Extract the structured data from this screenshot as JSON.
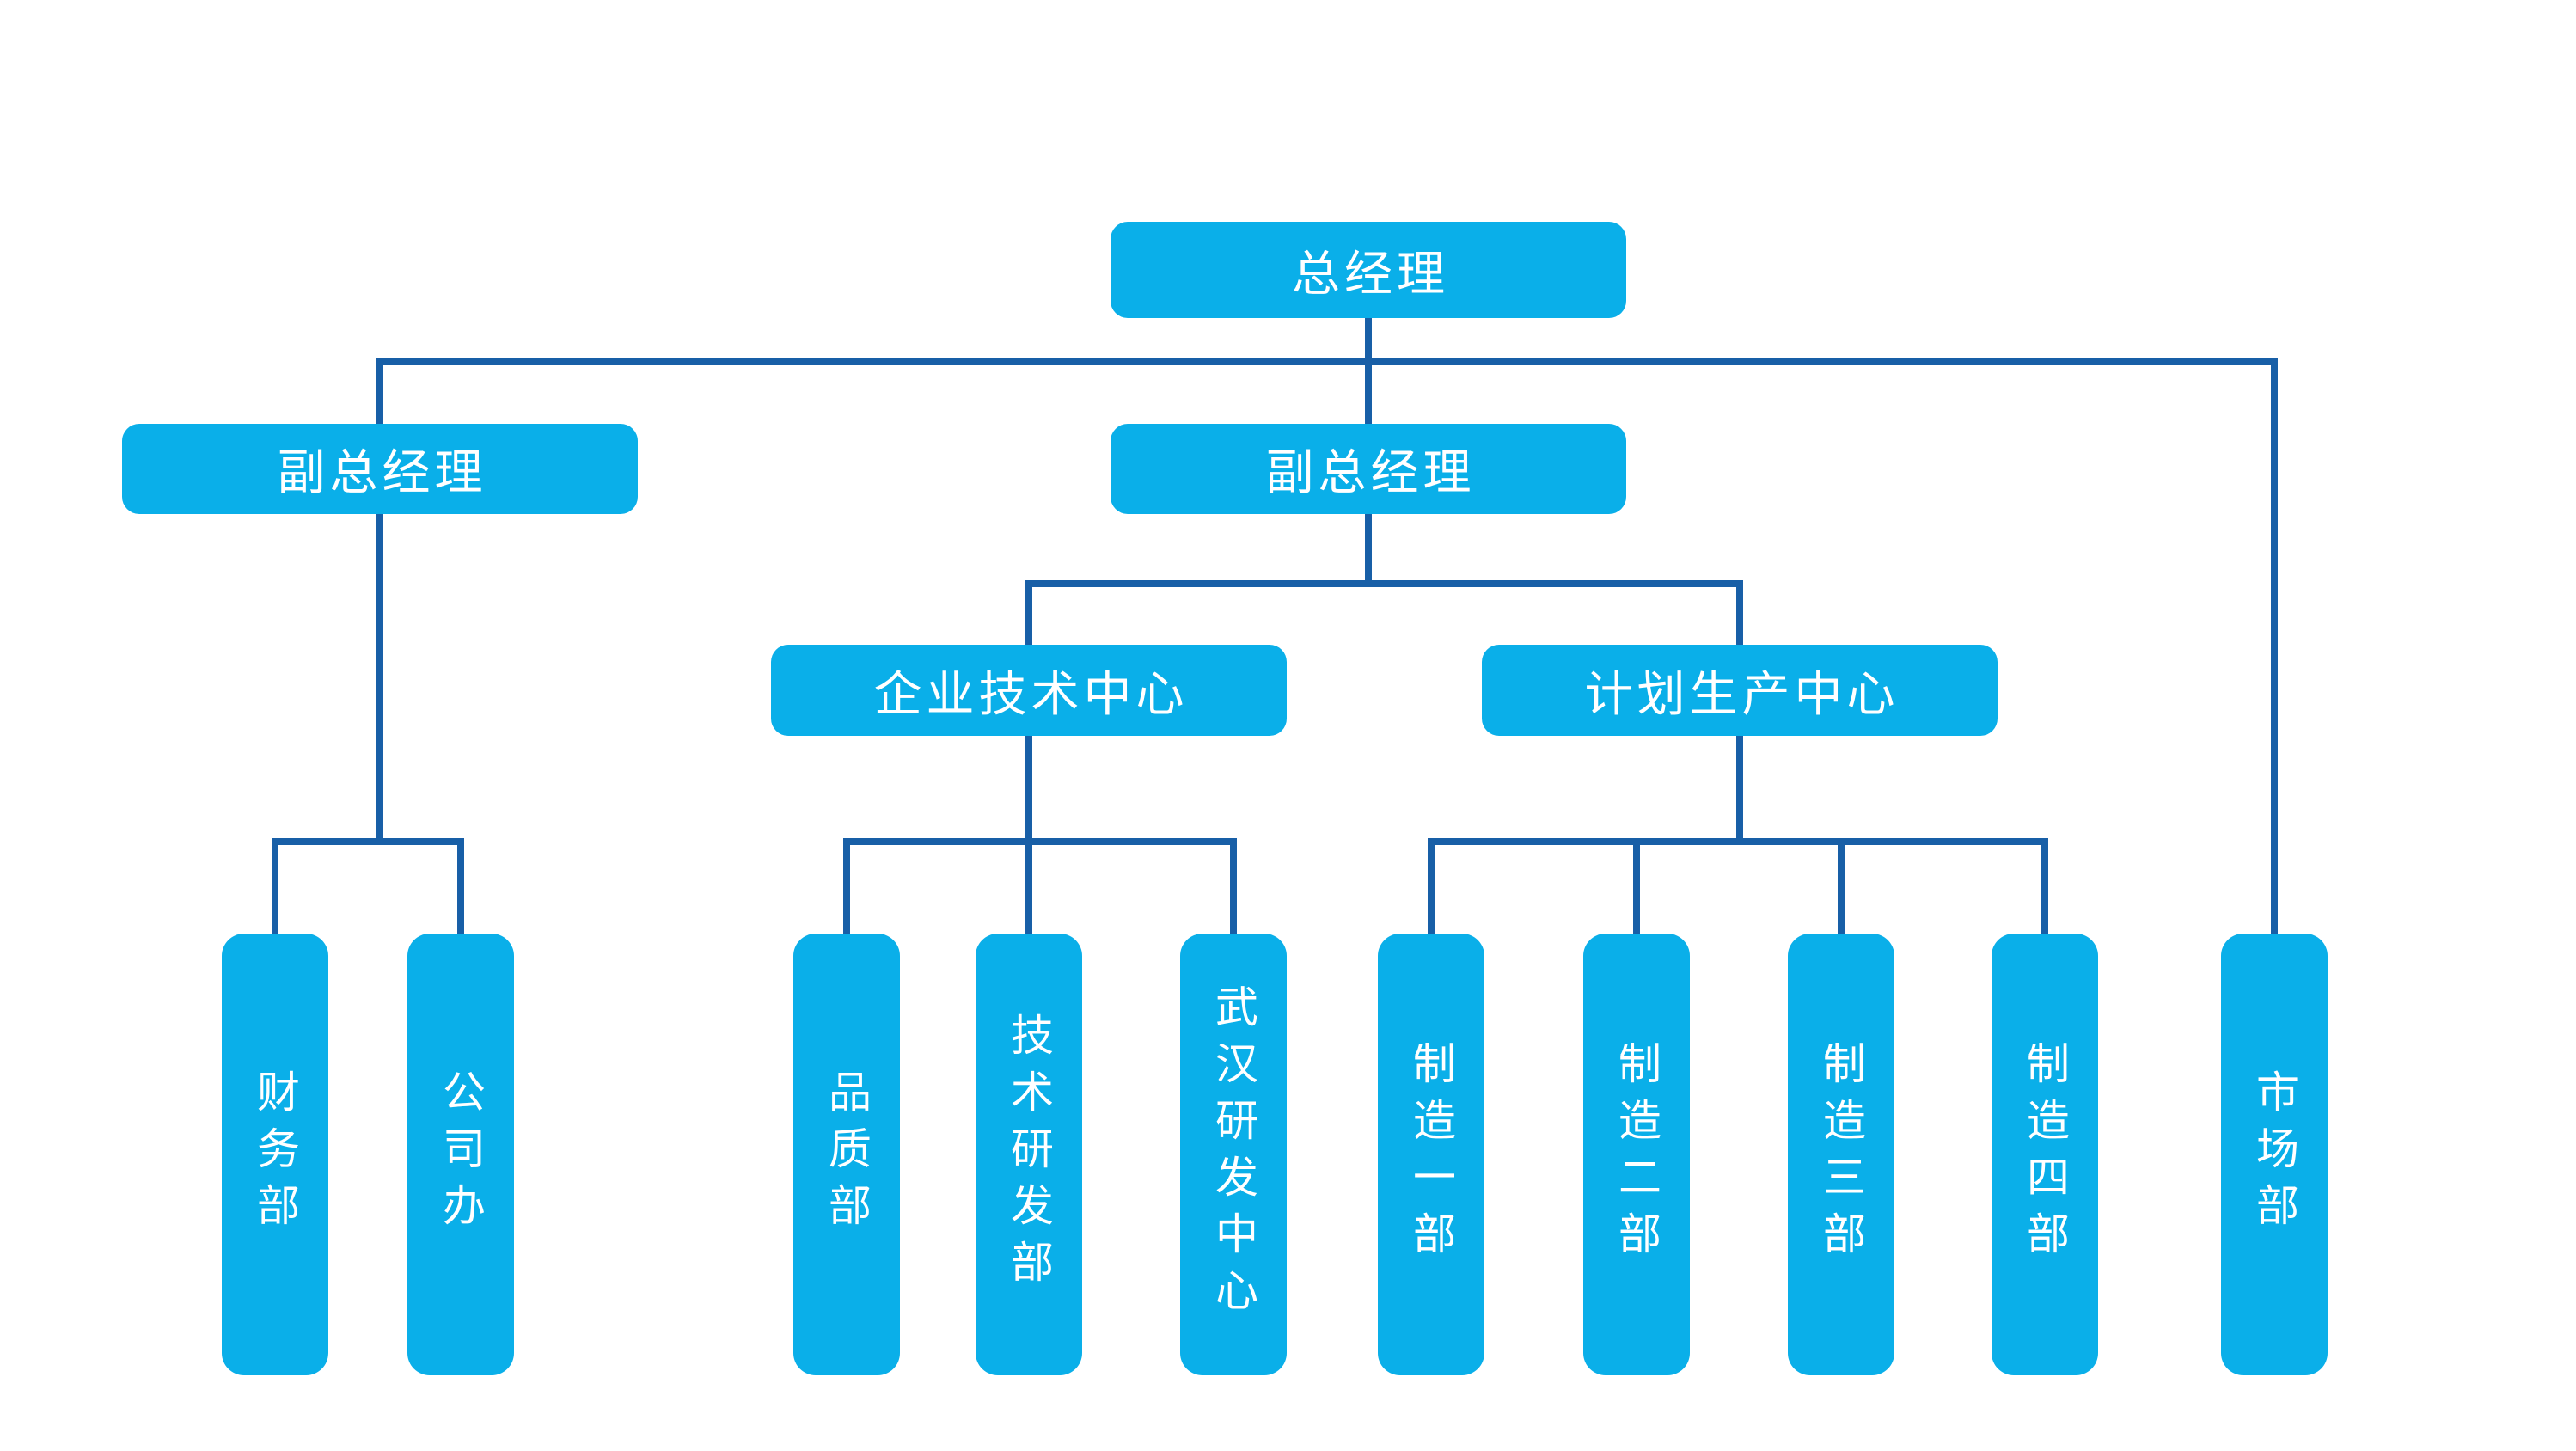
{
  "org": {
    "type": "org-chart",
    "nodes": {
      "general_manager": "总经理",
      "deputy_gm_left": "副总经理",
      "deputy_gm_mid": "副总经理",
      "enterprise_tech_center": "企业技术中心",
      "planning_production_center": "计划生产中心",
      "finance_dept": "财务部",
      "company_office": "公司办",
      "quality_dept": "品质部",
      "tech_rd_dept": "技术研发部",
      "wuhan_rd_center": "武汉研发中心",
      "manufacturing_dept_1": "制造一部",
      "manufacturing_dept_2": "制造二部",
      "manufacturing_dept_3": "制造三部",
      "manufacturing_dept_4": "制造四部",
      "marketing_dept": "市场部"
    },
    "edges": [
      {
        "from": "general_manager",
        "to": "deputy_gm_left"
      },
      {
        "from": "general_manager",
        "to": "deputy_gm_mid"
      },
      {
        "from": "general_manager",
        "to": "marketing_dept"
      },
      {
        "from": "deputy_gm_left",
        "to": "finance_dept"
      },
      {
        "from": "deputy_gm_left",
        "to": "company_office"
      },
      {
        "from": "deputy_gm_mid",
        "to": "enterprise_tech_center"
      },
      {
        "from": "deputy_gm_mid",
        "to": "planning_production_center"
      },
      {
        "from": "enterprise_tech_center",
        "to": "quality_dept"
      },
      {
        "from": "enterprise_tech_center",
        "to": "tech_rd_dept"
      },
      {
        "from": "enterprise_tech_center",
        "to": "wuhan_rd_center"
      },
      {
        "from": "planning_production_center",
        "to": "manufacturing_dept_1"
      },
      {
        "from": "planning_production_center",
        "to": "manufacturing_dept_2"
      },
      {
        "from": "planning_production_center",
        "to": "manufacturing_dept_3"
      },
      {
        "from": "planning_production_center",
        "to": "manufacturing_dept_4"
      }
    ],
    "colors": {
      "background": "#ffffff",
      "node_fill": "#0aafe9",
      "node_text": "#ffffff",
      "connector": "#185fa7"
    }
  }
}
